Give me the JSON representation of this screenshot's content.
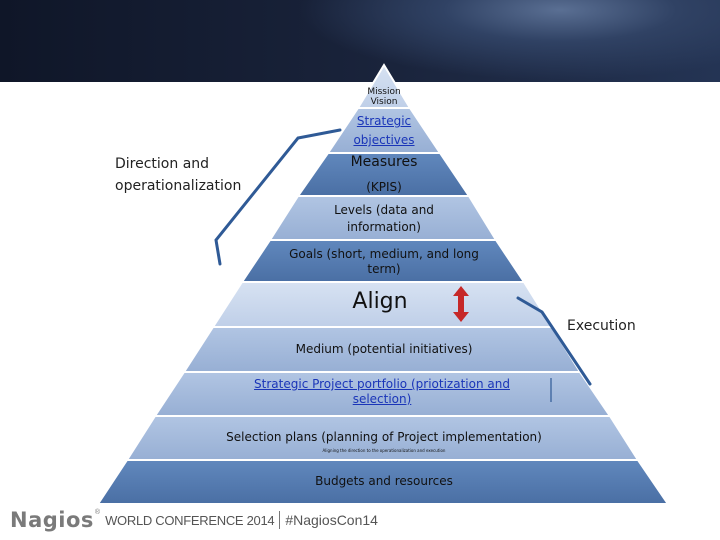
{
  "pyramid": {
    "levels": {
      "mission": "Mission",
      "vision": "Vision",
      "strategic_1": "Strategic",
      "strategic_2": "objectives",
      "measures": "Measures",
      "kpis": "(KPIS)",
      "levels_1": "Levels (data and",
      "levels_2": "information)",
      "goals_1": "Goals (short, medium, and long",
      "goals_2": "term)",
      "align": "Align",
      "medium": "Medium (potential initiatives)",
      "portfolio_1": "Strategic Project portfolio (priotization and",
      "portfolio_2": "selection)",
      "selection": "Selection plans (planning of Project implementation)",
      "aligning": "Aligning the direction to the operationalization and execution",
      "budgets": "Budgets and resources"
    }
  },
  "side_labels": {
    "left_1": "Direction and",
    "left_2": "operationalization",
    "right": "Execution"
  },
  "footer": {
    "brand": "Nagios",
    "conference": "WORLD CONFERENCE 2014",
    "hashtag": "#NagiosCon14"
  },
  "colors": {
    "dark_band": "#4e74aa",
    "medium_band": "#9db5d8",
    "light_band": "#c8d6ec",
    "link_text": "#1a35b8",
    "arrow": "#c62828"
  }
}
